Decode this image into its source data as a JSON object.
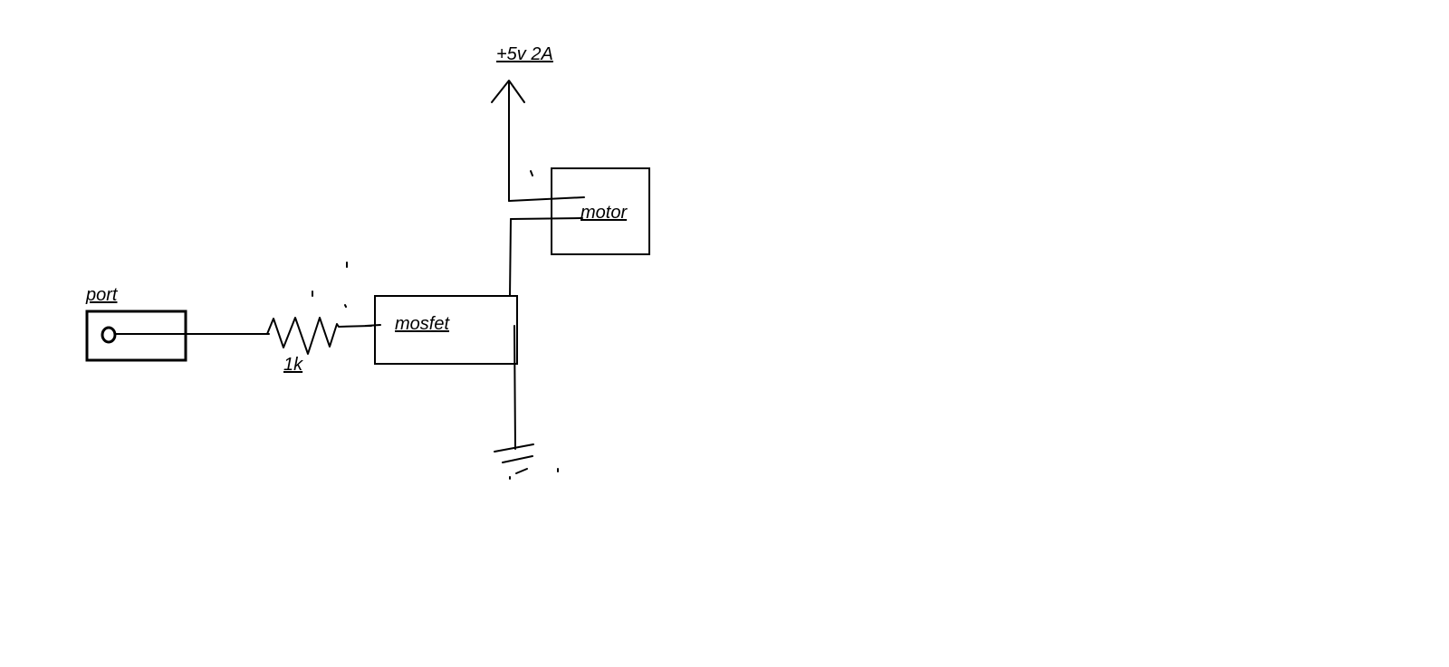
{
  "diagram": {
    "supply_label": "+5v 2A",
    "motor_label": "motor",
    "port_label": "port",
    "mosfet_label": "mosfet",
    "resistor_label": "1k"
  },
  "colors": {
    "ink": "#000000",
    "background": "#ffffff"
  }
}
